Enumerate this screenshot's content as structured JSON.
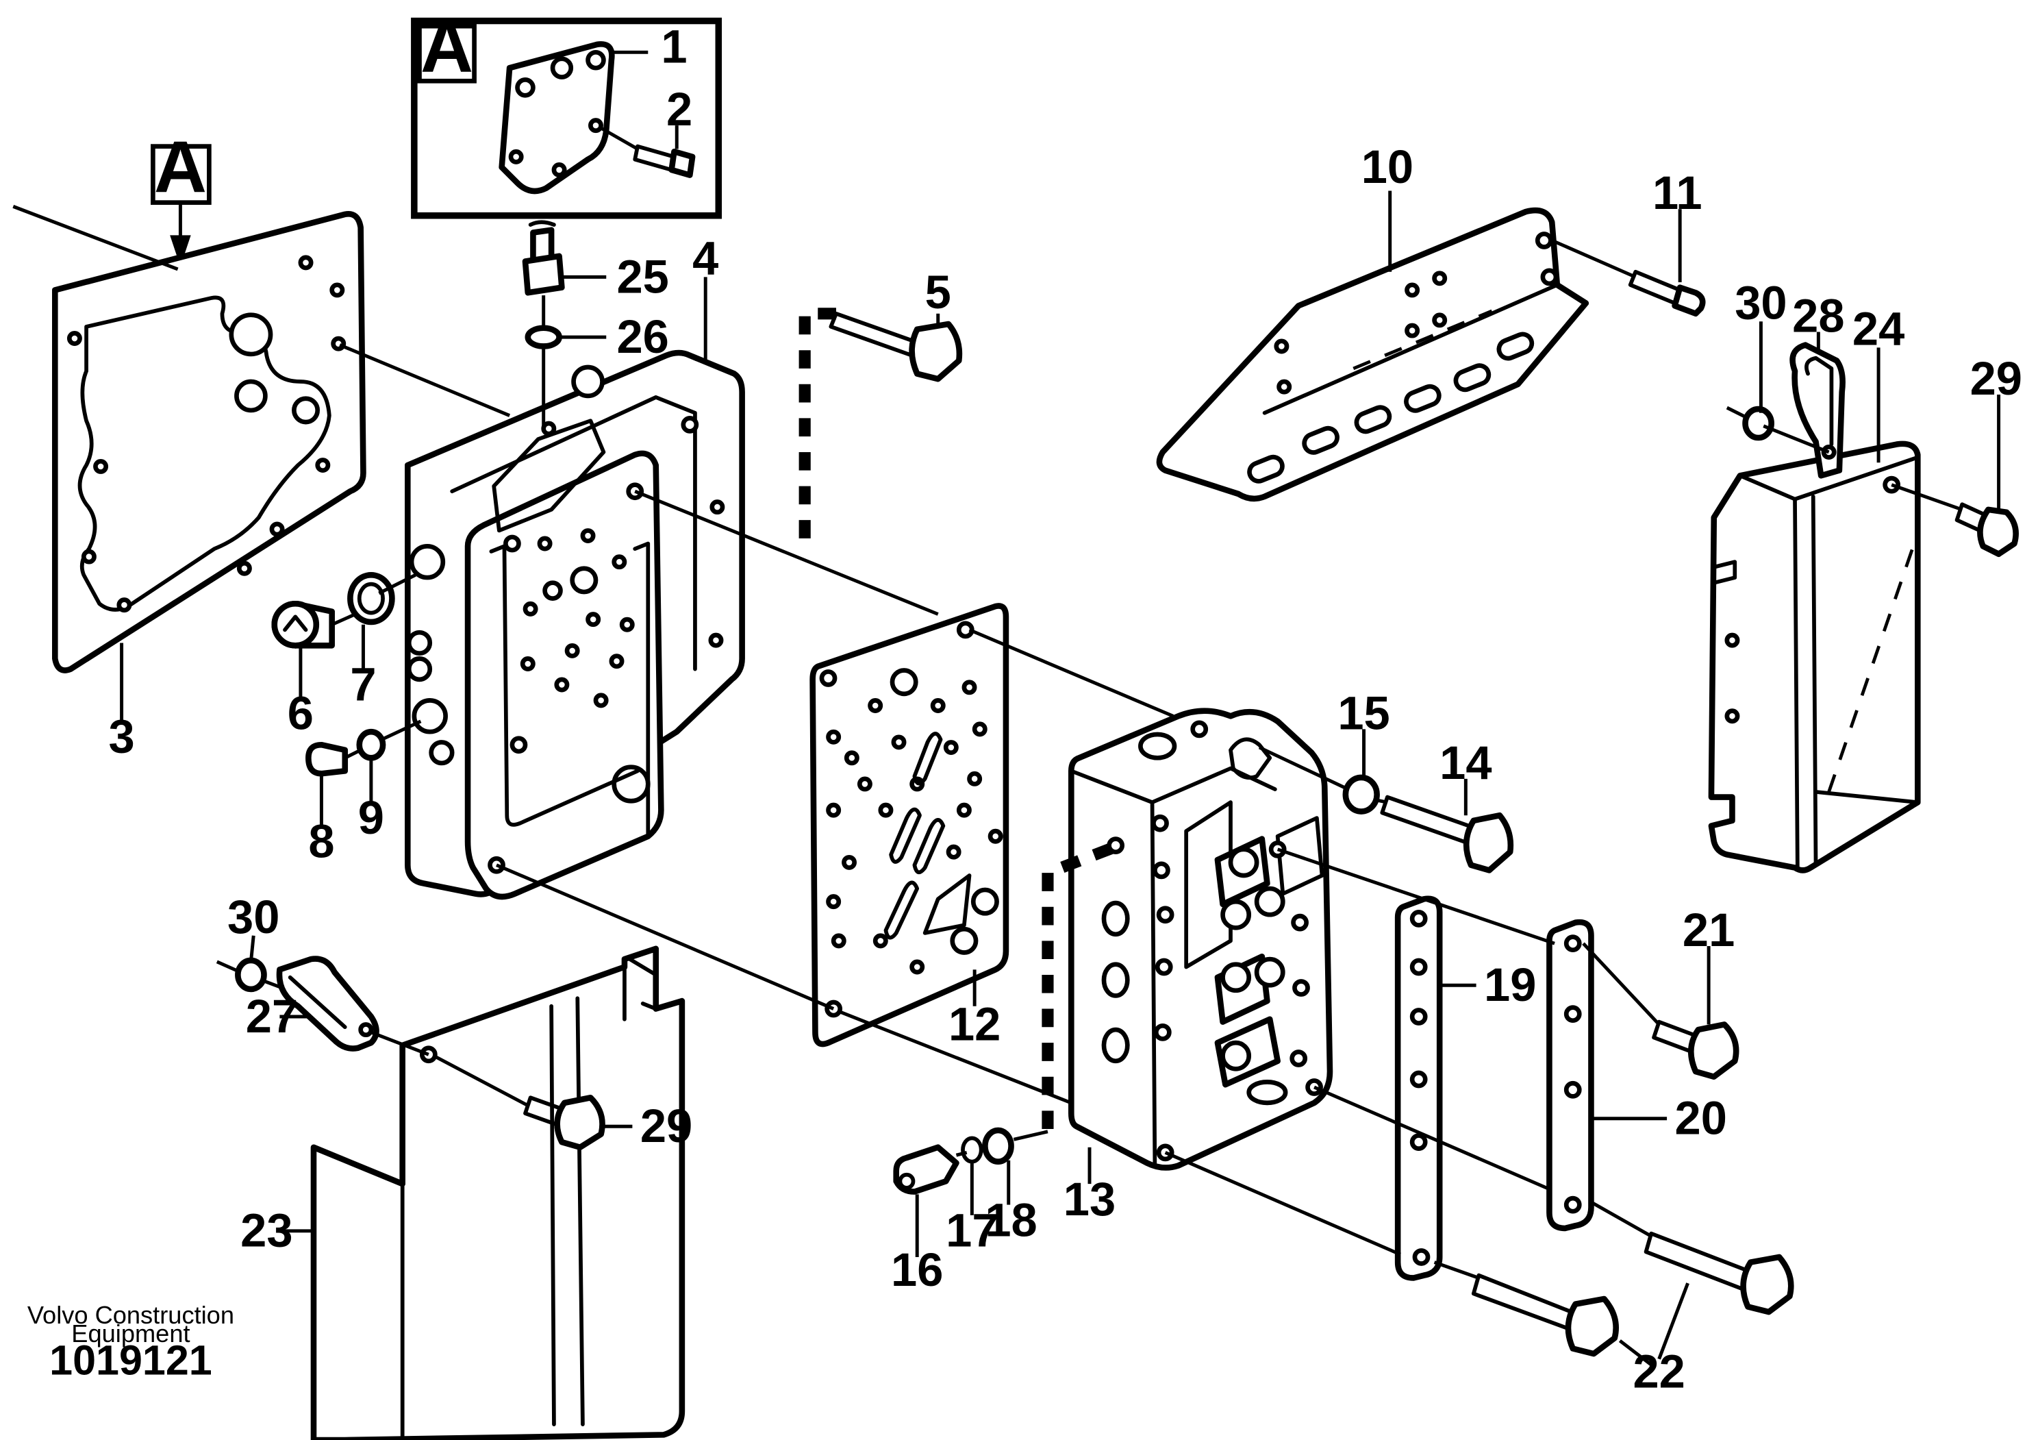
{
  "inset": {
    "letter": "A"
  },
  "callout": {
    "letter": "A"
  },
  "labels": {
    "l1": "1",
    "l2": "2",
    "l3": "3",
    "l4": "4",
    "l5": "5",
    "l6": "6",
    "l7": "7",
    "l8": "8",
    "l9": "9",
    "l10": "10",
    "l11": "11",
    "l12": "12",
    "l13": "13",
    "l14": "14",
    "l15": "15",
    "l16": "16",
    "l17": "17",
    "l18": "18",
    "l19": "19",
    "l20": "20",
    "l21": "21",
    "l22": "22",
    "l23": "23",
    "l24": "24",
    "l25": "25",
    "l26": "26",
    "l27": "27",
    "l28": "28",
    "l29a": "29",
    "l29b": "29",
    "l30a": "30",
    "l30b": "30"
  },
  "credit": {
    "line1": "Volvo Construction",
    "line2": "Equipment"
  },
  "doc_number": "1019121"
}
